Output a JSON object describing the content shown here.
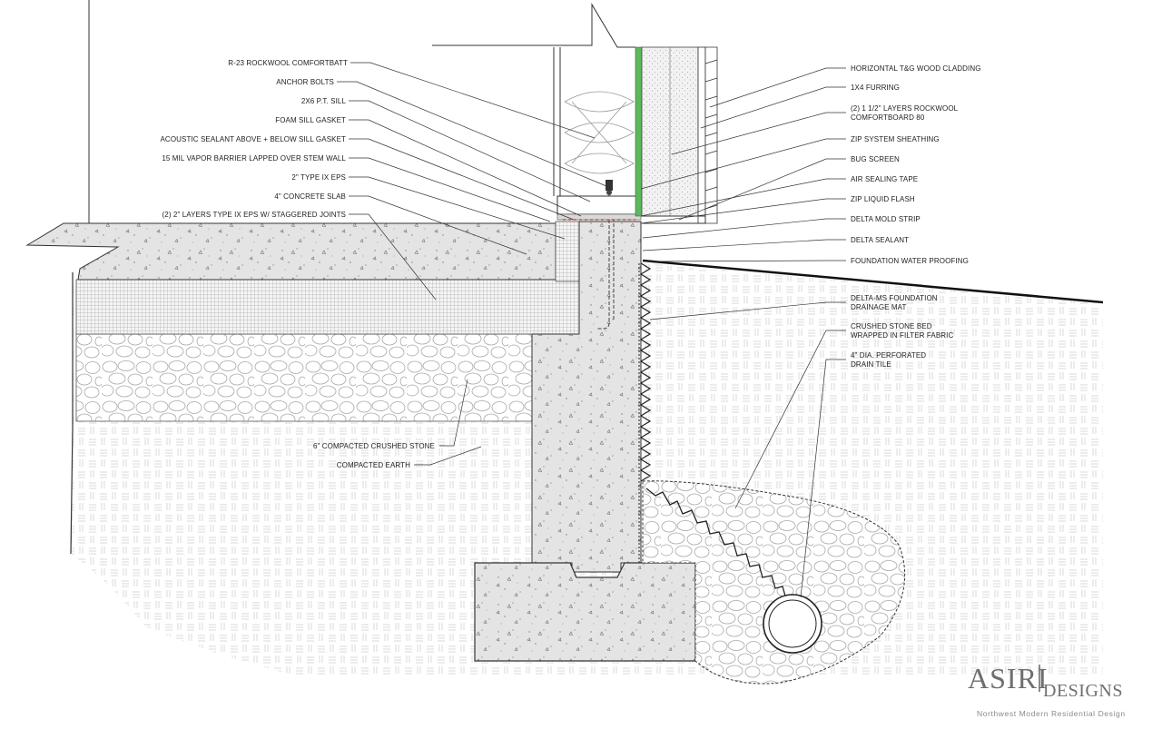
{
  "labels_left": [
    "R-23 ROCKWOOL COMFORTBATT",
    "ANCHOR BOLTS",
    "2X6 P.T. SILL",
    "FOAM SILL GASKET",
    "ACOUSTIC SEALANT ABOVE + BELOW SILL GASKET",
    "15 MIL VAPOR BARRIER LAPPED OVER STEM WALL",
    "2\" TYPE IX EPS",
    "4\" CONCRETE SLAB",
    "(2) 2\" LAYERS TYPE IX EPS W/ STAGGERED JOINTS"
  ],
  "labels_lower": [
    "6\" COMPACTED CRUSHED STONE",
    "COMPACTED EARTH"
  ],
  "labels_right": [
    [
      "HORIZONTAL T&G WOOD CLADDING"
    ],
    [
      "1X4 FURRING"
    ],
    [
      "(2) 1 1/2\" LAYERS ROCKWOOL",
      "COMFORTBOARD 80"
    ],
    [
      "ZIP SYSTEM SHEATHING"
    ],
    [
      "BUG SCREEN"
    ],
    [
      "AIR SEALING TAPE"
    ],
    [
      "ZIP LIQUID FLASH"
    ],
    [
      "DELTA MOLD STRIP"
    ],
    [
      "DELTA SEALANT"
    ],
    [
      "FOUNDATION WATER PROOFING"
    ],
    [
      "DELTA-MS FOUNDATION",
      "DRAINAGE MAT"
    ],
    [
      "CRUSHED STONE BED",
      "WRAPPED IN FILTER FABRIC"
    ],
    [
      "4\" DIA. PERFORATED",
      "DRAIN TILE"
    ]
  ],
  "logo": {
    "brand": "ASIRI",
    "brand_suffix": "DESIGNS",
    "tagline": "Northwest Modern Residential Design"
  },
  "colors": {
    "line": "#222222",
    "concrete": "#e4e4e4",
    "sheathing_green": "#5cb85c",
    "logo": "#6f6f6f"
  }
}
